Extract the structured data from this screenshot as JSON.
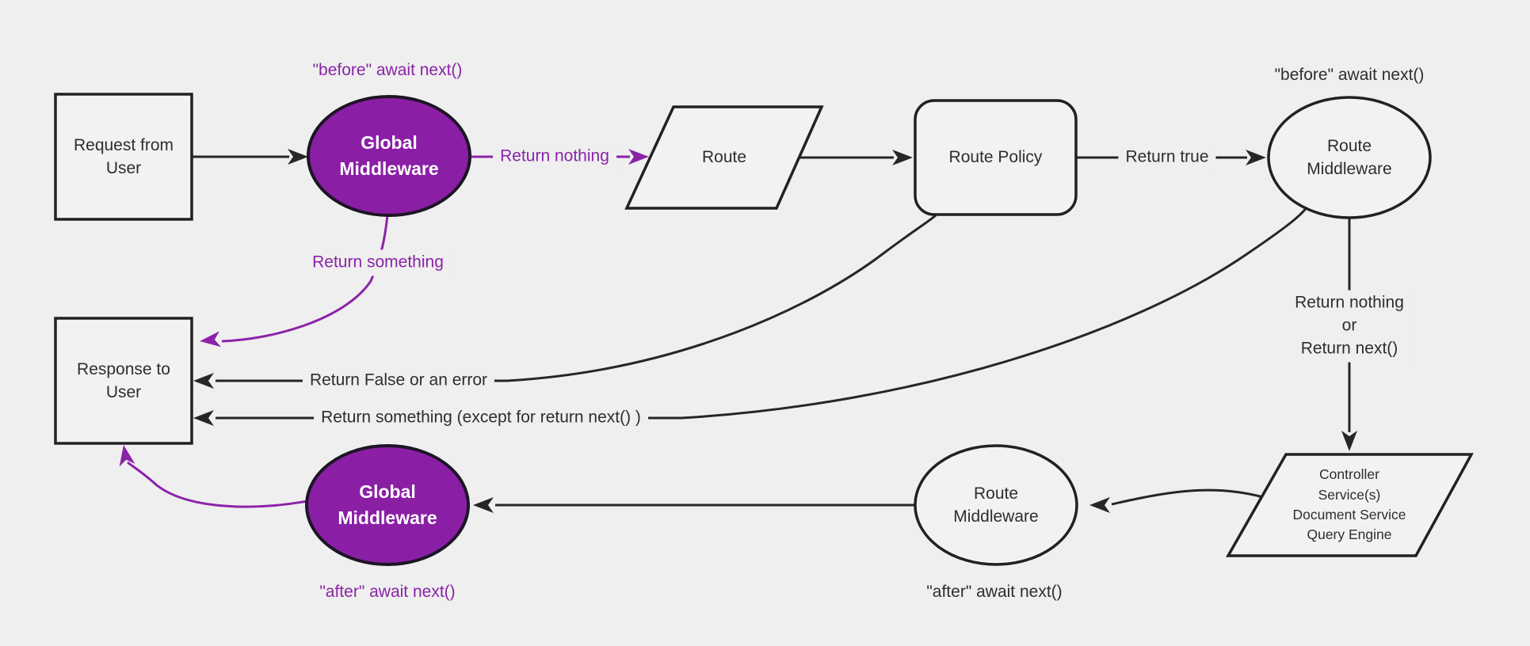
{
  "colors": {
    "background": "#efefef",
    "node_fill": "#f2f2f2",
    "line_black": "#262626",
    "text_black": "#2e2e2e",
    "purple_accent": "#8b23a8",
    "purple_node_fill": "#8a1fa6"
  },
  "nodes": {
    "request": {
      "label": "Request from\nUser"
    },
    "global_middleware_before": {
      "label": "Global\nMiddleware"
    },
    "route": {
      "label": "Route"
    },
    "route_policy": {
      "label": "Route Policy"
    },
    "route_middleware_before": {
      "label": "Route\nMiddleware"
    },
    "controller_stack": {
      "label": "Controller\nService(s)\nDocument Service\nQuery Engine"
    },
    "route_middleware_after": {
      "label": "Route\nMiddleware"
    },
    "global_middleware_after": {
      "label": "Global\nMiddleware"
    },
    "response": {
      "label": "Response to\nUser"
    }
  },
  "annotations": {
    "before_global": "\"before\" await next()",
    "before_route_middleware": "\"before\" await next()",
    "after_route_middleware": "\"after\" await next()",
    "after_global": "\"after\" await next()"
  },
  "edge_labels": {
    "return_nothing": "Return nothing",
    "return_true": "Return true",
    "return_nothing_or_next": "Return nothing\nor\nReturn next()",
    "return_something": "Return something",
    "return_false_or_error": "Return False or an error",
    "return_something_except": "Return something (except for return next() )"
  }
}
